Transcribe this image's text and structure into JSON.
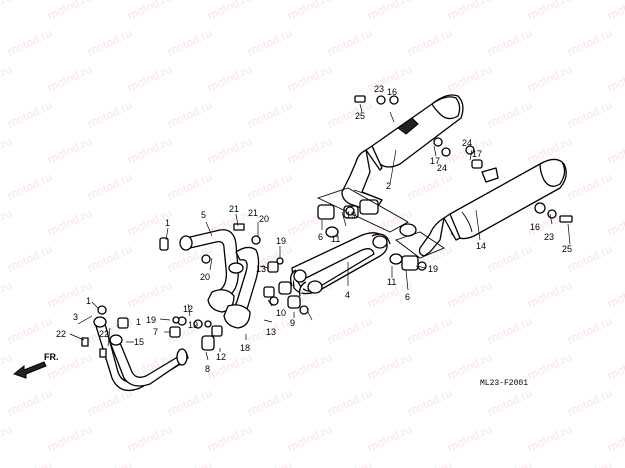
{
  "watermark": "motod.ru",
  "diagram_code": "ML23-F2001",
  "front_arrow_label": "FR.",
  "callouts": [
    {
      "id": "c1a",
      "label": "1"
    },
    {
      "id": "c1b",
      "label": "1"
    },
    {
      "id": "c1c",
      "label": "1"
    },
    {
      "id": "c2",
      "label": "2"
    },
    {
      "id": "c3",
      "label": "3"
    },
    {
      "id": "c4",
      "label": "4"
    },
    {
      "id": "c5",
      "label": "5"
    },
    {
      "id": "c6a",
      "label": "6"
    },
    {
      "id": "c6b",
      "label": "6"
    },
    {
      "id": "c7",
      "label": "7"
    },
    {
      "id": "c8",
      "label": "8"
    },
    {
      "id": "c9",
      "label": "9"
    },
    {
      "id": "c10",
      "label": "10"
    },
    {
      "id": "c11a",
      "label": "11"
    },
    {
      "id": "c11b",
      "label": "11"
    },
    {
      "id": "c12a",
      "label": "12"
    },
    {
      "id": "c12b",
      "label": "12"
    },
    {
      "id": "c13a",
      "label": "13"
    },
    {
      "id": "c13b",
      "label": "13"
    },
    {
      "id": "c14",
      "label": "14"
    },
    {
      "id": "c15",
      "label": "15"
    },
    {
      "id": "c16a",
      "label": "16"
    },
    {
      "id": "c16b",
      "label": "16"
    },
    {
      "id": "c17a",
      "label": "17"
    },
    {
      "id": "c17b",
      "label": "17"
    },
    {
      "id": "c18",
      "label": "18"
    },
    {
      "id": "c19a",
      "label": "19"
    },
    {
      "id": "c19b",
      "label": "19"
    },
    {
      "id": "c19c",
      "label": "19"
    },
    {
      "id": "c19d",
      "label": "19"
    },
    {
      "id": "c19e",
      "label": "19"
    },
    {
      "id": "c20a",
      "label": "20"
    },
    {
      "id": "c20b",
      "label": "20"
    },
    {
      "id": "c21a",
      "label": "21"
    },
    {
      "id": "c21b",
      "label": "21"
    },
    {
      "id": "c22a",
      "label": "22"
    },
    {
      "id": "c22b",
      "label": "22"
    },
    {
      "id": "c23a",
      "label": "23"
    },
    {
      "id": "c23b",
      "label": "23"
    },
    {
      "id": "c24a",
      "label": "24"
    },
    {
      "id": "c24b",
      "label": "24"
    },
    {
      "id": "c25a",
      "label": "25"
    },
    {
      "id": "c25b",
      "label": "25"
    }
  ]
}
